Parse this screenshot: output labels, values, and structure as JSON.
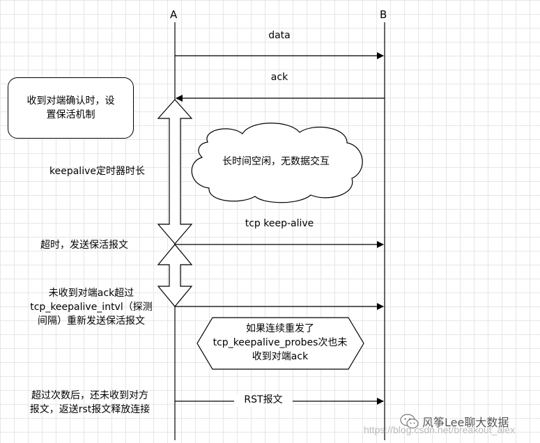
{
  "participants": {
    "a": "A",
    "b": "B"
  },
  "messages": {
    "data": "data",
    "ack": "ack",
    "keepalive": "tcp keep-alive",
    "rst": "RST报文"
  },
  "notes": {
    "setup_line1": "收到对端确认时，设",
    "setup_line2": "置保活机制",
    "idle": "长时间空闲，无数据交互",
    "timer": "keepalive定时器时长",
    "timeout": "超时，发送保活报文",
    "retry_line1": "未收到对端ack超过",
    "retry_line2": "tcp_keepalive_intvl（探测",
    "retry_line3": "间隔）重新发送保活报文",
    "probes_line1": "如果连续重发了",
    "probes_line2": "tcp_keepalive_probes次也未",
    "probes_line3": "收到对端ack",
    "final_line1": "超过次数后，还未收到对方",
    "final_line2": "报文，返送rst报文释放连接"
  },
  "watermark": {
    "url": "https://blog.csdn.net/breakout_alex",
    "brand": "风筝Lee聊大数据"
  }
}
